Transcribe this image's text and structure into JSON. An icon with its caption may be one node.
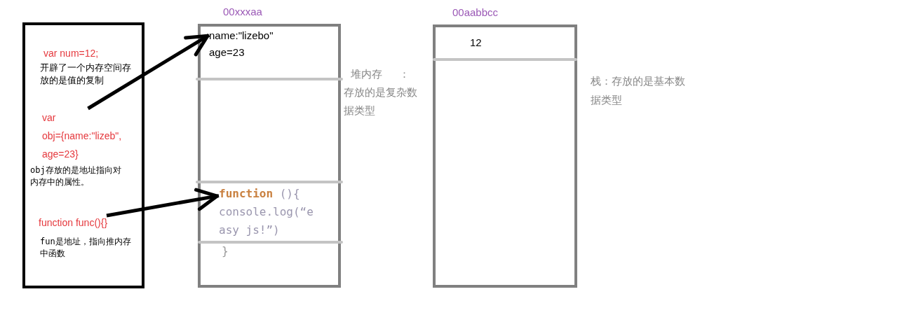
{
  "diagram": {
    "nodes": [
      {
        "text": [
          "var num=12;",
          "开辟了一个内存空间存放的是值的复制"
        ]
      },
      {
        "text": [
          "var obj={name:\"lizeb\", age=23}",
          "obj存放的是地址指向对内存中的属性。"
        ],
        "in": 0
      },
      {
        "text": [
          "function func(){}",
          "fun是地址，指向推内存中函数"
        ],
        "in": 0
      },
      {
        "text": [
          "00xxxaa"
        ],
        "beside": [
          "堆内存 ：存放的是复杂数据类型"
        ]
      },
      {
        "text": [
          "name:\"lizebo\"",
          "age=23"
        ],
        "in": 3
      },
      {
        "text": [
          "**function** (){ console.log(“easy js!”)"
        ],
        "in": 3
      },
      {
        "text": [
          "}"
        ],
        "in": 3
      },
      {
        "text": [
          "00aabbcc"
        ],
        "beside": [
          "栈：存放的是基本数据类型"
        ]
      },
      {
        "text": [
          "12"
        ],
        "in": 7
      }
    ],
    "edges": [
      {
        "from": 1,
        "to": 4,
        "arrow": "to"
      },
      {
        "from": 2,
        "to": 5,
        "arrow": "to"
      }
    ]
  }
}
